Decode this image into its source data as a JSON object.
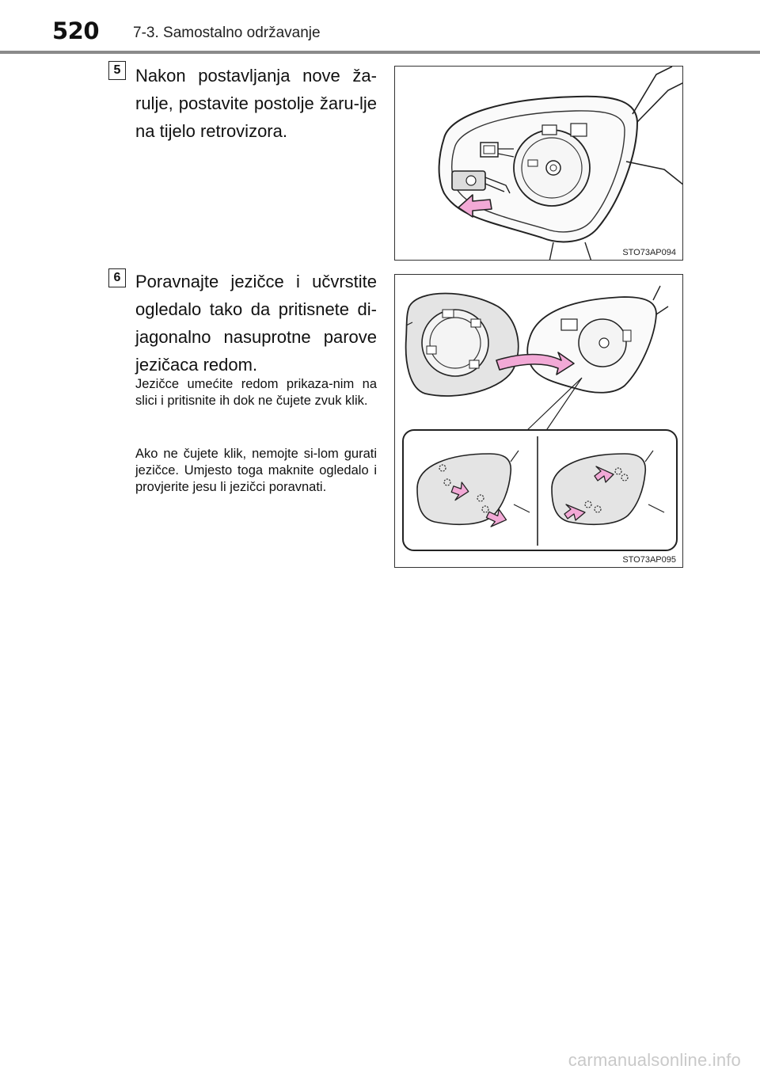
{
  "header": {
    "page_number": "520",
    "section_title": "7-3. Samostalno održavanje"
  },
  "steps": [
    {
      "number": "5",
      "text": "Nakon postavljanja nove ža-rulje, postavite postolje žaru-lje na tijelo retrovizora.",
      "figure_code": "STO73AP094"
    },
    {
      "number": "6",
      "text": "Poravnajte jezičce i učvrstite ogledalo tako da pritisnete di-jagonalno nasuprotne parove jezičaca redom.",
      "notes": [
        "Jezičce umećite redom prikaza-nim na slici i pritisnite ih dok ne čujete zvuk klik.",
        "Ako ne čujete klik, nemojte si-lom gurati jezičce. Umjesto toga maknite ogledalo i provjerite jesu li jezičci poravnati."
      ],
      "figure_code": "STO73AP095"
    }
  ],
  "footer": {
    "watermark": "carmanualsonline.info"
  },
  "colors": {
    "arrow_fill": "#f2a9d6",
    "arrow_stroke": "#222222",
    "mirror_glass": "#e4e4e4",
    "header_rule": "#8a8a8a"
  }
}
